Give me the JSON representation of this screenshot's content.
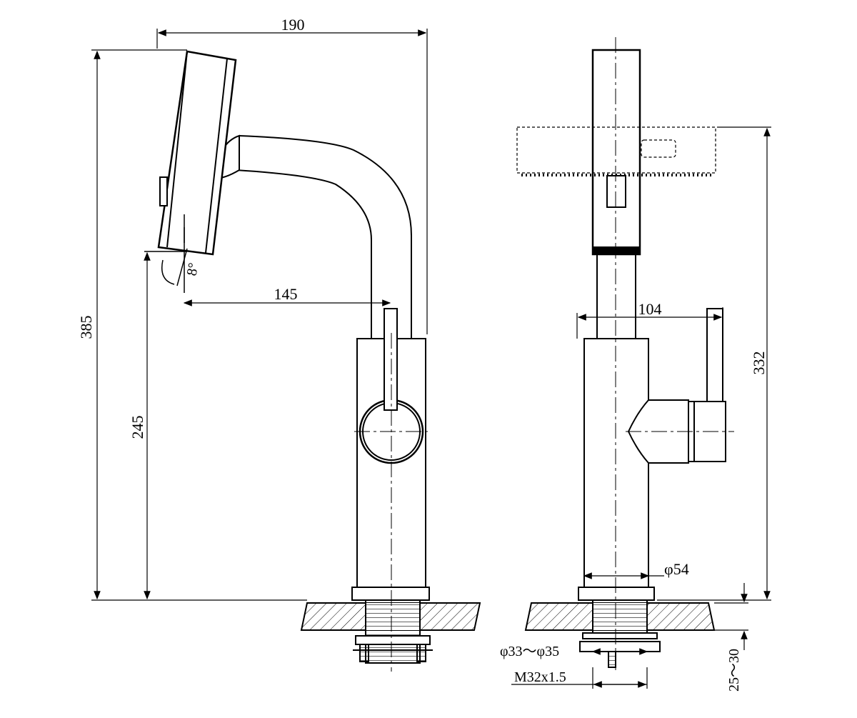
{
  "side_view": {
    "overall_width": "190",
    "overall_height": "385",
    "spout_reach": "145",
    "spout_height": "245",
    "tilt_angle": "8°"
  },
  "front_view": {
    "handle_projection": "104",
    "aerator_height": "332",
    "body_diameter": "φ54",
    "hole_diameter": "φ33～φ35",
    "thread": "M32x1.5",
    "deck_thickness": "25～30"
  },
  "colors": {
    "line": "#000000",
    "paper": "#ffffff"
  }
}
